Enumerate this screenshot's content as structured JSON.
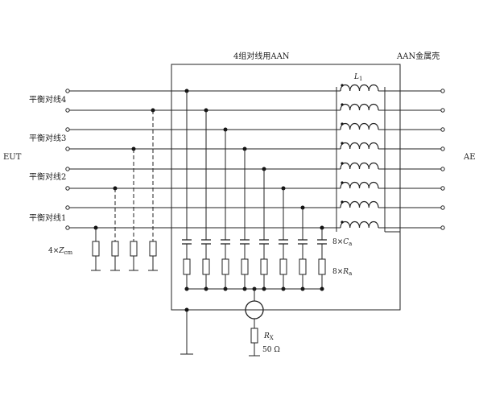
{
  "labels": {
    "aan_title": "4组对线用AAN",
    "housing": "AAN金属壳",
    "eut": "EUT",
    "ae": "AE",
    "pairs": [
      "平衡对线4",
      "平衡对线3",
      "平衡对线2",
      "平衡对线1"
    ],
    "zcm_prefix": "4×",
    "zcm_symbol": "Z",
    "zcm_sub": "cm",
    "ca_prefix": "8×",
    "ca_symbol": "C",
    "ca_sub": "a",
    "ra_prefix": "8×",
    "ra_symbol": "R",
    "ra_sub": "a",
    "l1_symbol": "L",
    "l1_sub": "1",
    "rx_symbol": "R",
    "rx_sub": "X",
    "rx_value": "50 Ω"
  }
}
